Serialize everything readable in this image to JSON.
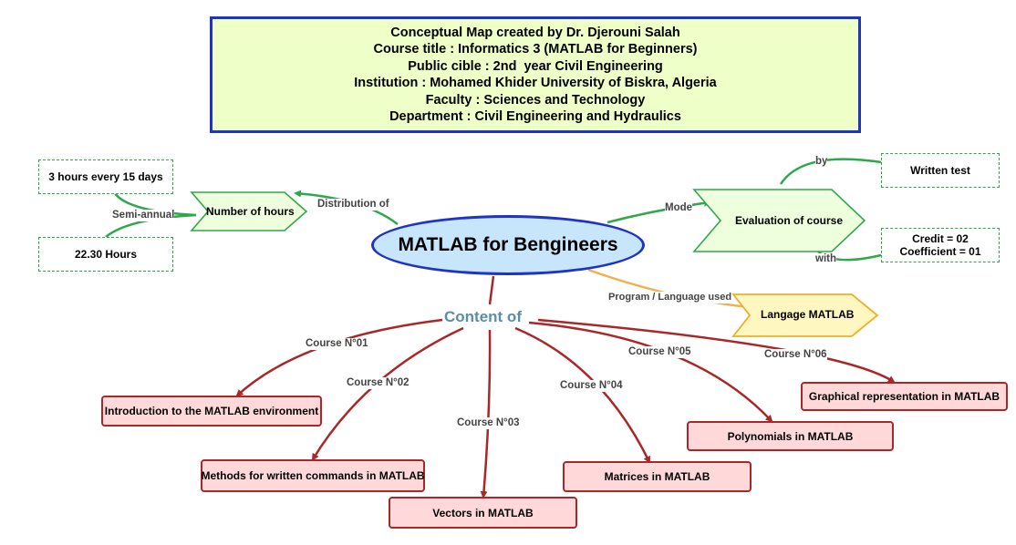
{
  "header": {
    "lines": [
      "Conceptual Map created by Dr. Djerouni Salah",
      "Course title : Informatics 3 (MATLAB for Beginners)",
      "Public cible : 2nd  year Civil Engineering",
      "Institution : Mohamed Khider University of Biskra, Algeria",
      "Faculty : Sciences and Technology",
      "Department : Civil Engineering and Hydraulics"
    ]
  },
  "central": {
    "title": "MATLAB for Bengineers"
  },
  "left": {
    "node": "Number of hours",
    "link_label": "Distribution of",
    "branch_label": "Semi-annual",
    "boxes": [
      "3 hours every 15 days",
      "22.30 Hours"
    ]
  },
  "right": {
    "node": "Evaluation of course",
    "mode_label": "Mode",
    "by_label": "by",
    "with_label": "with",
    "written_test": "Written test",
    "credit": "Credit = 02",
    "coefficient": "Coefficient = 01"
  },
  "language": {
    "link_label": "Program / Language used",
    "node": "Langage MATLAB"
  },
  "content": {
    "label": "Content of",
    "courses": [
      {
        "label": "Course N°01",
        "title": "Introduction to the MATLAB environment"
      },
      {
        "label": "Course N°02",
        "title": "Methods for written commands in MATLAB"
      },
      {
        "label": "Course N°03",
        "title": "Vectors in MATLAB"
      },
      {
        "label": "Course N°04",
        "title": "Matrices in MATLAB"
      },
      {
        "label": "Course N°05",
        "title": "Polynomials in MATLAB"
      },
      {
        "label": "Course N°06",
        "title": "Graphical representation in MATLAB"
      }
    ]
  },
  "colors": {
    "header_border": "#1f34c4",
    "header_fill": "#efffc8",
    "green": "#2ea84a",
    "dark_red": "#a8282a",
    "orange": "#f0b050",
    "oval_fill": "#c8e6fb"
  }
}
